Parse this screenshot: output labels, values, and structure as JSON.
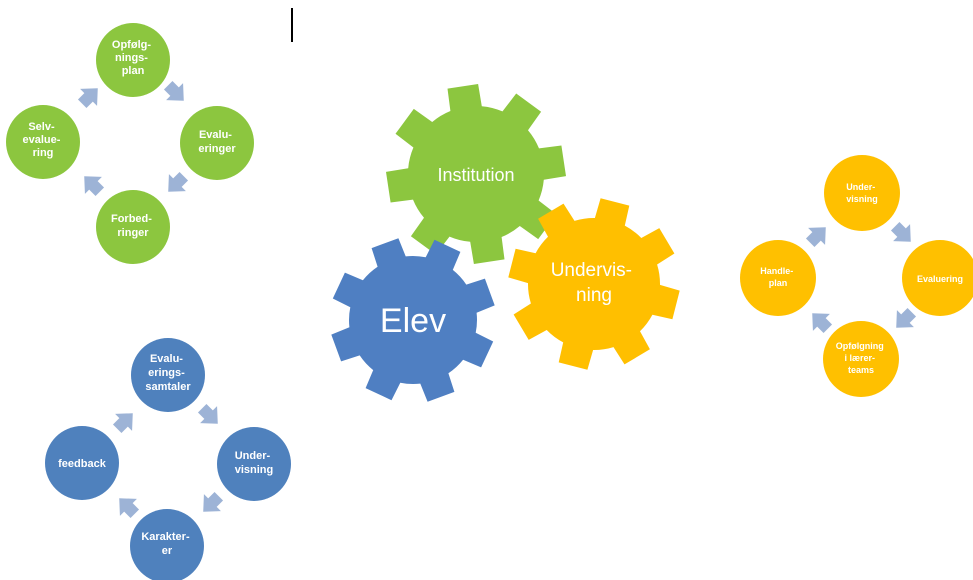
{
  "colors": {
    "green": "#8cc63f",
    "orange": "#ffc000",
    "blue": "#4f81bd",
    "arrow": "#9db3d6",
    "gear_blue": "#4f7fc2",
    "gear_green": "#8cc63f",
    "gear_orange": "#ffbf00",
    "text": "#ffffff"
  },
  "cycles": {
    "green": {
      "top": [
        "Opfølg-",
        "nings-",
        "plan"
      ],
      "right": [
        "Evalu-",
        "eringer"
      ],
      "bottom": [
        "Forbed-",
        "ringer"
      ],
      "left": [
        "Selv-",
        "evalue-",
        "ring"
      ]
    },
    "blue": {
      "top": [
        "Evalu-",
        "erings-",
        "samtaler"
      ],
      "right": [
        "Under-",
        "visning"
      ],
      "bottom": [
        "Karakter-",
        "er"
      ],
      "left": [
        "feedback"
      ]
    },
    "orange": {
      "top": [
        "Under-",
        "visning"
      ],
      "right": [
        "Evaluering"
      ],
      "bottom": [
        "Opfølgning",
        "i lærer-",
        "teams"
      ],
      "left": [
        "Handle-",
        "plan"
      ]
    }
  },
  "gears": {
    "institution": [
      "Institution"
    ],
    "undervisning": [
      "Undervis-",
      "ning"
    ],
    "elev": [
      "Elev"
    ]
  }
}
